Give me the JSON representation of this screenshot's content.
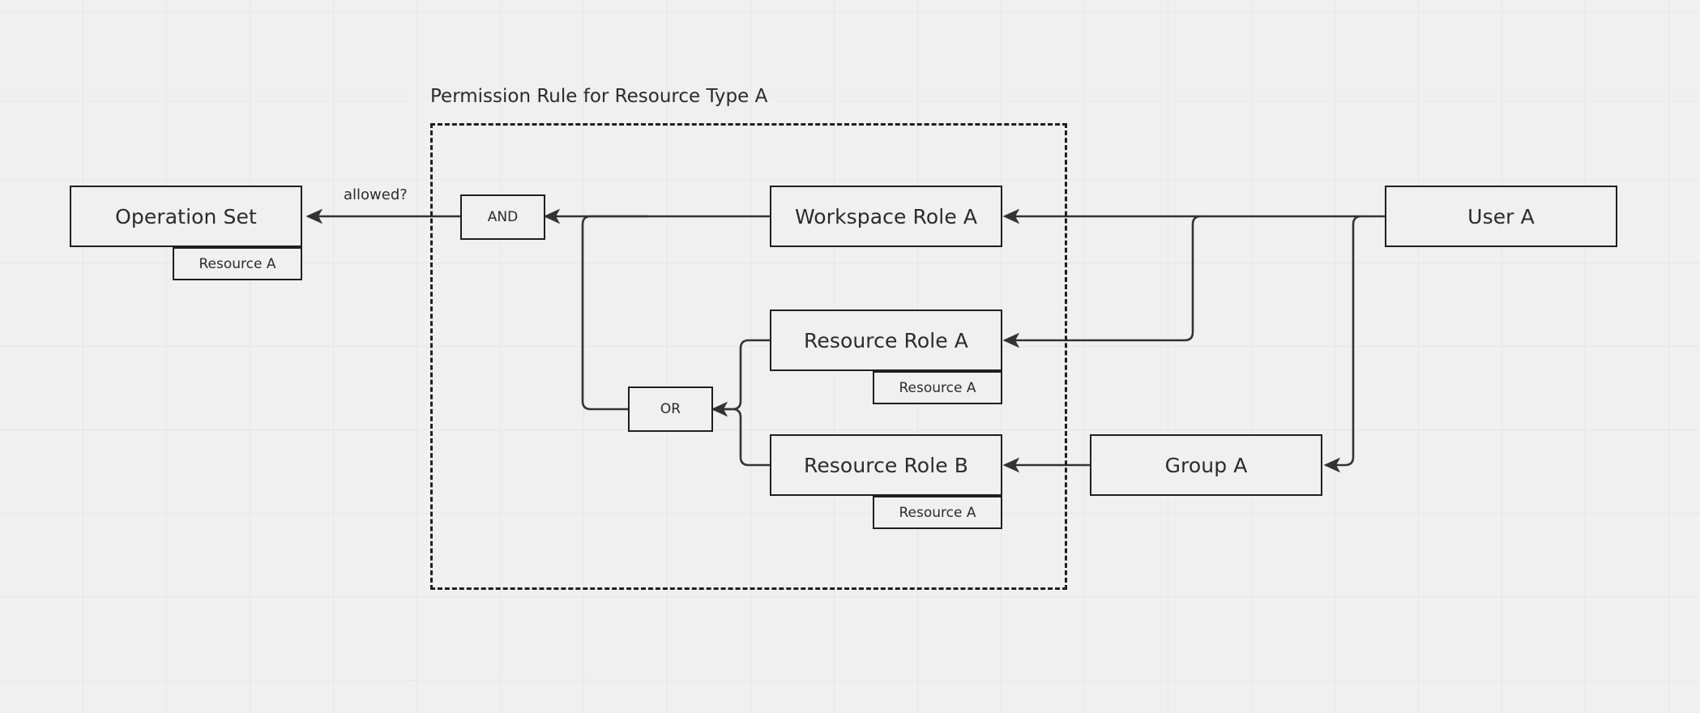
{
  "diagram": {
    "title": "Permission Rule for Resource Type A",
    "background_color": "#f0f0f0",
    "grid_color": "#e6e6e6",
    "stroke_color": "#1f1f1f",
    "text_color": "#2b2b2b",
    "edge_labels": {
      "allowed": "allowed?"
    },
    "nodes": {
      "operation_set": {
        "label": "Operation Set",
        "tag": "Resource A"
      },
      "and_gate": {
        "label": "AND"
      },
      "or_gate": {
        "label": "OR"
      },
      "workspace_role_a": {
        "label": "Workspace Role A"
      },
      "resource_role_a": {
        "label": "Resource Role A",
        "tag": "Resource A"
      },
      "resource_role_b": {
        "label": "Resource Role B",
        "tag": "Resource A"
      },
      "group_a": {
        "label": "Group A"
      },
      "user_a": {
        "label": "User A"
      }
    }
  }
}
